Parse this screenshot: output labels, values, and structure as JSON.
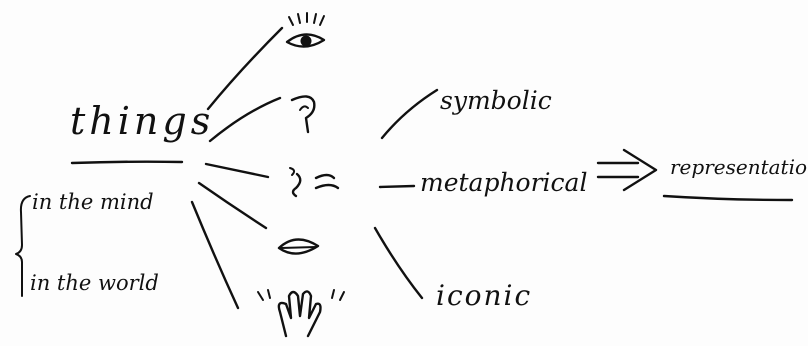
{
  "labels": {
    "things": "things",
    "in_the_mind": "in the mind",
    "in_the_world": "in the world",
    "symbolic": "symbolic",
    "metaphorical": "metaphorical",
    "iconic": "iconic",
    "representation": "representation"
  },
  "icons": [
    "eye-icon",
    "ear-icon",
    "nose-icon",
    "mouth-icon",
    "hand-icon"
  ],
  "ink_color": "#111111"
}
